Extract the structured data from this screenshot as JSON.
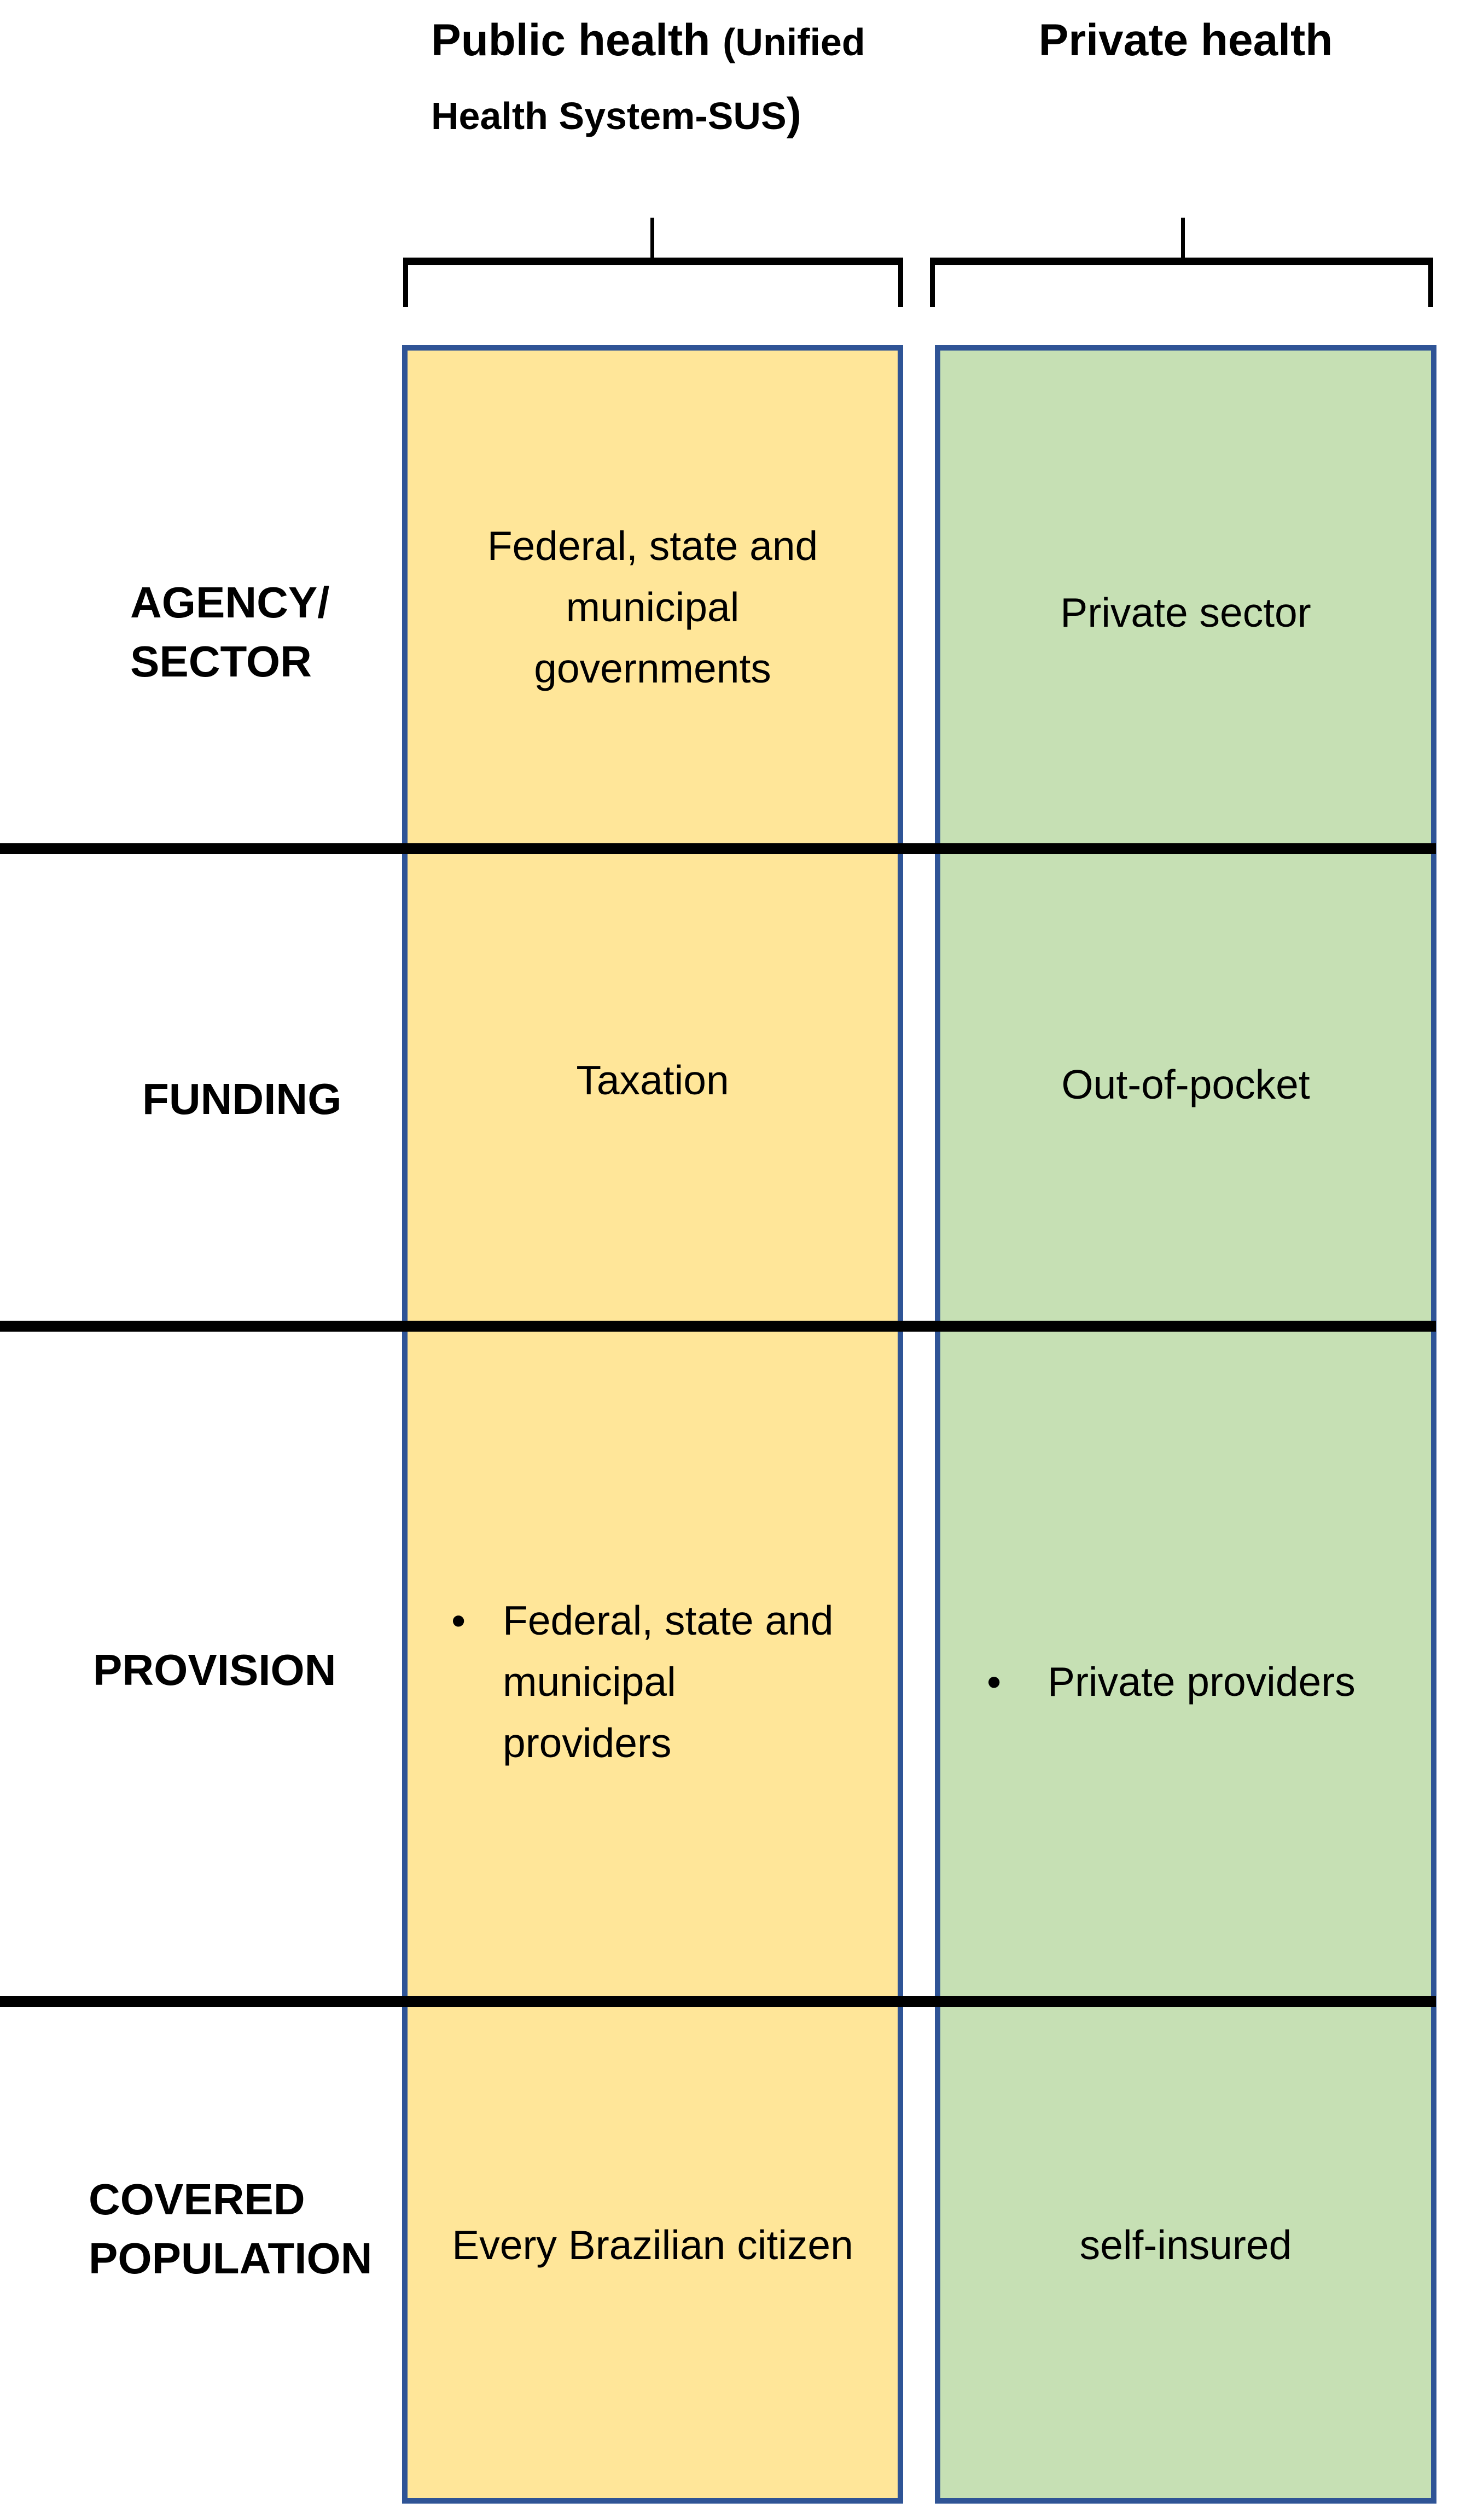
{
  "headers": {
    "public_main": "Public health ",
    "public_paren_open": "(Unified",
    "public_paren_line2": "Health System-SUS",
    "public_paren_close": ")",
    "private": "Private health"
  },
  "colors": {
    "public_fill": "#FFE699",
    "private_fill": "#C6E0B4",
    "box_border": "#2F5496",
    "separator": "#000000",
    "text": "#000000"
  },
  "bullet": "•",
  "row_labels": {
    "agency": [
      "AGENCY/",
      "SECTOR"
    ],
    "funding": [
      "FUNDING"
    ],
    "provision": [
      "PROVISION"
    ],
    "covered": [
      "COVERED",
      "POPULATION"
    ]
  },
  "cells": {
    "agency_public": [
      "Federal, state and",
      "municipal",
      "governments"
    ],
    "agency_private": [
      "Private sector"
    ],
    "funding_public": [
      "Taxation"
    ],
    "funding_private": [
      "Out-of-pocket"
    ],
    "provision_public": [
      "Federal, state and",
      "municipal",
      "providers"
    ],
    "provision_private": [
      "Private providers"
    ],
    "covered_public": [
      "Every Brazilian citizen"
    ],
    "covered_private": [
      "self-insured"
    ]
  }
}
